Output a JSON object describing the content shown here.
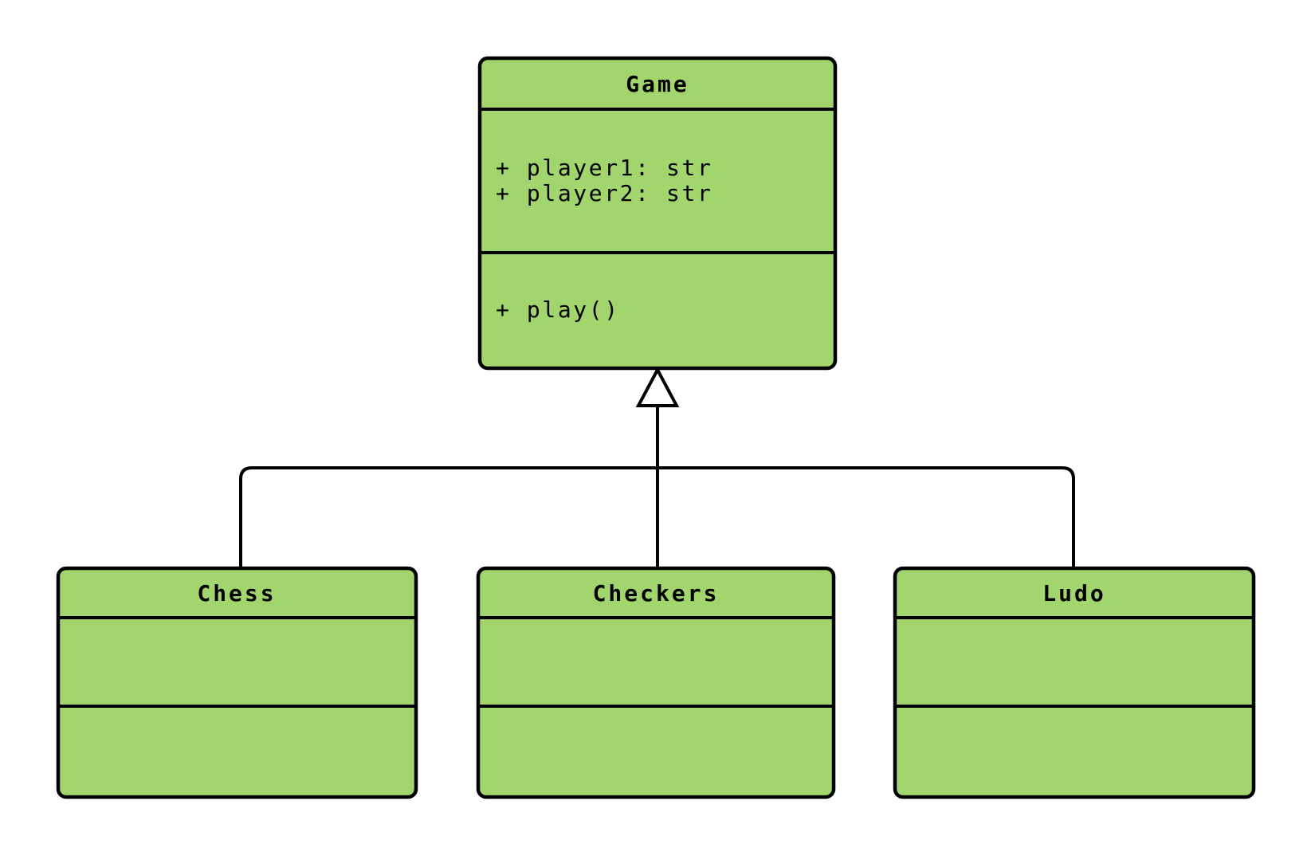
{
  "diagram": {
    "type": "uml-class-diagram",
    "background_color": "#ffffff",
    "box_fill_color": "#a2d56d",
    "line_color": "#000000",
    "text_color": "#000000",
    "classes": [
      {
        "name": "Game",
        "attributes": [
          "+ player1: str",
          "+ player2: str"
        ],
        "methods": [
          "+ play()"
        ]
      },
      {
        "name": "Chess",
        "attributes": [],
        "methods": []
      },
      {
        "name": "Checkers",
        "attributes": [],
        "methods": []
      },
      {
        "name": "Ludo",
        "attributes": [],
        "methods": []
      }
    ],
    "relationships": [
      {
        "from": "Chess",
        "to": "Game",
        "type": "inheritance"
      },
      {
        "from": "Checkers",
        "to": "Game",
        "type": "inheritance"
      },
      {
        "from": "Ludo",
        "to": "Game",
        "type": "inheritance"
      }
    ]
  }
}
